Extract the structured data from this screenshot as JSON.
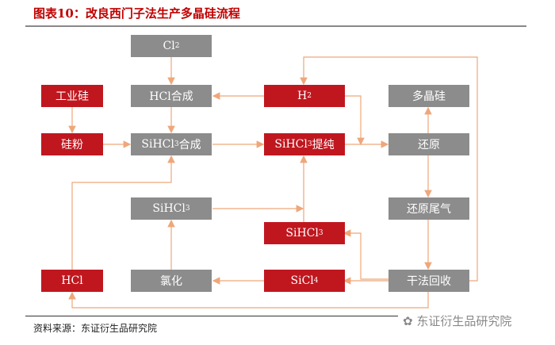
{
  "title": "图表10：改良西门子法生产多晶硅流程",
  "nodes": {
    "cl2": {
      "main": "Cl",
      "sub": "2"
    },
    "hcl_synth": "HCl合成",
    "h2": {
      "main": "H",
      "sub": "2"
    },
    "polysilicon": "多晶硅",
    "industrial_si": "工业硅",
    "si_powder": "硅粉",
    "sihcl3_synth": {
      "main": "SiHCl",
      "sub": "3",
      "suffix": "合成"
    },
    "sihcl3_purify": {
      "main": "SiHCl",
      "sub": "3",
      "suffix": "提纯"
    },
    "reduction": "还原",
    "sihcl3_gray": {
      "main": "SiHCl",
      "sub": "3"
    },
    "tail_gas": "还原尾气",
    "sihcl3_red": {
      "main": "SiHCl",
      "sub": "3"
    },
    "hcl": "HCl",
    "chlorination": "氯化",
    "sicl4": {
      "main": "SiCl",
      "sub": "4"
    },
    "dry_recovery": "干法回收"
  },
  "source": "资料来源：东证衍生品研究院",
  "watermark": "东证衍生品研究院",
  "colors": {
    "title": "#c00000",
    "red_box": "#c0171f",
    "gray_box": "#8c8c8c",
    "arrow": "#eea77a"
  }
}
